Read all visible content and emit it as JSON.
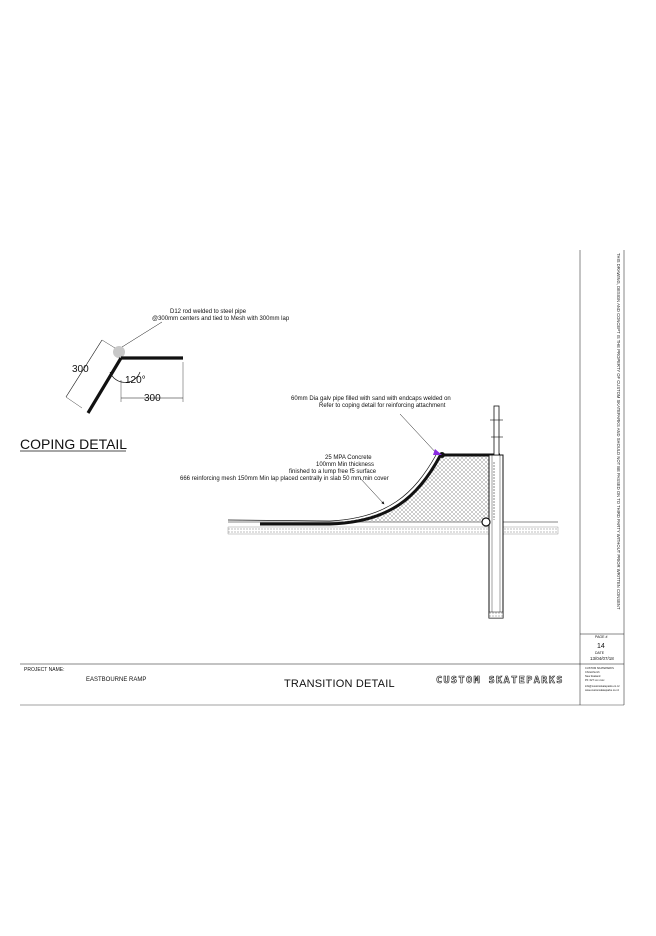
{
  "coping_detail": {
    "heading": "COPING DETAIL",
    "note_line1": "D12 rod welded to steel pipe",
    "note_line2": "@300mm centers and tied to Mesh with 300mm lap",
    "dim_vertical": "300",
    "dim_horizontal": "300",
    "angle": "120°"
  },
  "transition": {
    "coping_note_line1": "60mm Dia galv pipe filled with sand with endcaps welded on",
    "coping_note_line2": "Refer to coping detail  for reinforcing attachment",
    "concrete_note_line1": "25 MPA Concrete",
    "concrete_note_line2": "100mm Min thickness",
    "concrete_note_line3": "finished to a lump free f5 surface",
    "concrete_note_line4": "666 reinforcing mesh 150mm Min lap placed centrally in slab 50 mm min cover"
  },
  "title_block": {
    "project_name_label": "PROJECT NAME:",
    "project_name": "EASTBOURNE RAMP",
    "drawing_title": "TRANSITION DETAIL",
    "page_label": "PAGE #",
    "page_number": "14",
    "date_label": "DATE",
    "date": "13/04/07/18",
    "brand": "CUSTOM SKATEPARKS",
    "contact_line1": "CUSTOM SKATEPARKS",
    "contact_line2": "Christchurch",
    "contact_line3": "New Zealand",
    "contact_line4": "Ph: 027 xxx xxxx",
    "contact_line5": "info@customskateparks.co.nz",
    "contact_line6": "www.customskateparks.co.nz",
    "copyright": "THIS DRAWING, DESIGN AND CONCEPT IS THE PROPERTY OF CUSTOM SKATEPARKS AND SHOULD NOT BE PASSED ON TO THIRD PARTY WITHOUT PRIOR WRITTEN CONSENT"
  },
  "colors": {
    "line": "#111111",
    "hatch": "#9a9a9a",
    "marker": "#8a2be2",
    "accent_circle": "#c8c8c8"
  }
}
